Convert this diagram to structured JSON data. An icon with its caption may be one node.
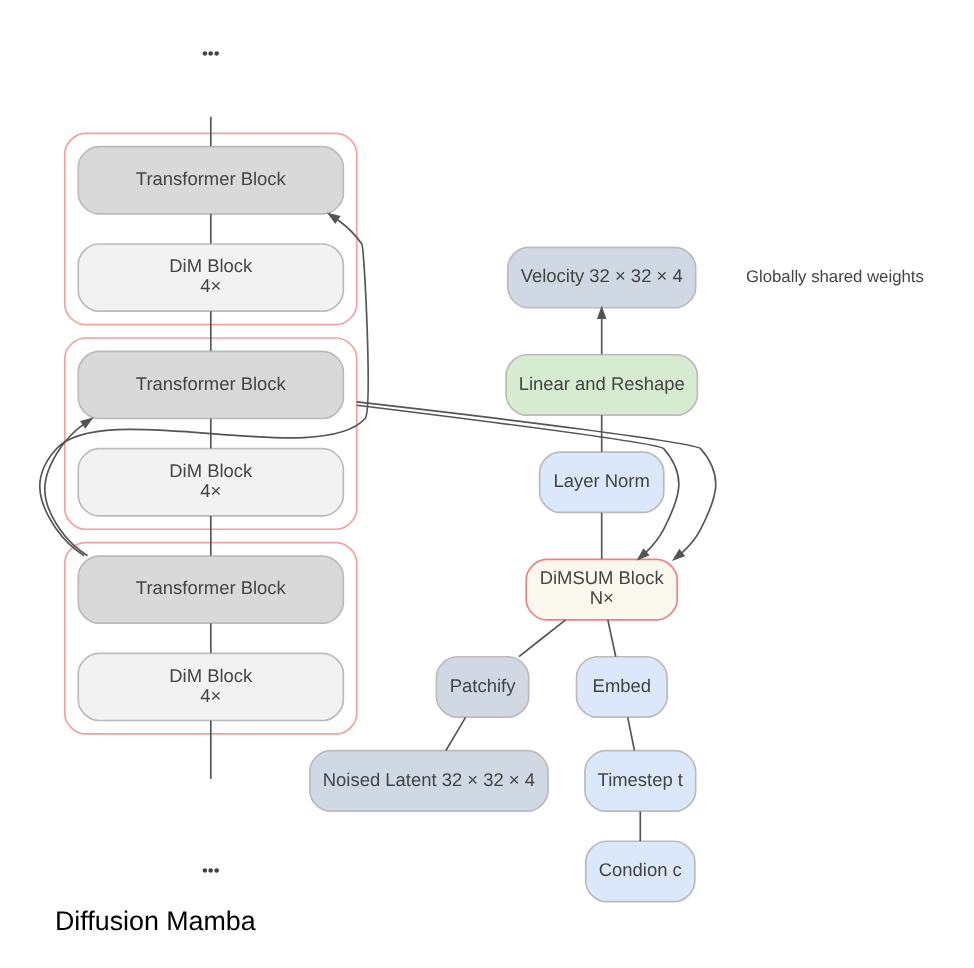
{
  "diagram": {
    "caption": "Diffusion Mamba",
    "nodes": [
      {
        "text": [
          "Velocity 32 × 32 × 4"
        ]
      },
      {
        "text": [
          "Linear and Reshape"
        ]
      },
      {
        "text": [
          "Layer Norm"
        ]
      },
      {
        "text": [
          "DiMSUM Block",
          "N×"
        ]
      },
      {
        "text": [
          "Patchify"
        ]
      },
      {
        "text": [
          "Embed"
        ]
      },
      {
        "text": [
          "Noised Latent 32 × 32 × 4"
        ]
      },
      {
        "text": [
          "Timestep t"
        ]
      },
      {
        "text": [
          "Condion c"
        ]
      },
      {
        "text": [],
        "shape": "box"
      },
      {
        "text": [
          "Transformer Block"
        ],
        "in": 9
      },
      {
        "text": [
          "DiM Block",
          "4×"
        ],
        "in": 9
      },
      {
        "text": [],
        "shape": "box"
      },
      {
        "text": [
          "Transformer Block"
        ],
        "in": 12
      },
      {
        "text": [
          "DiM Block",
          "4×"
        ],
        "in": 12
      },
      {
        "text": [],
        "shape": "box"
      },
      {
        "text": [
          "Transformer Block"
        ],
        "in": 15
      },
      {
        "text": [
          "DiM Block",
          "4×"
        ],
        "in": 15
      }
    ],
    "edges": [
      {
        "from": 1,
        "to": 0,
        "arrow": "to"
      },
      {
        "from": 2,
        "to": 1,
        "arrow": "none"
      },
      {
        "from": 3,
        "to": 2,
        "arrow": "none"
      },
      {
        "from": 4,
        "to": 3,
        "arrow": "none"
      },
      {
        "from": 5,
        "to": 3,
        "arrow": "none"
      },
      {
        "from": 6,
        "to": 4,
        "arrow": "none"
      },
      {
        "from": 7,
        "to": 5,
        "arrow": "none"
      },
      {
        "from": 8,
        "to": 7,
        "arrow": "none"
      },
      {
        "from": null,
        "to": 17,
        "arrow": "none"
      },
      {
        "from": 17,
        "to": 16,
        "arrow": "none"
      },
      {
        "from": 16,
        "to": 14,
        "arrow": "none"
      },
      {
        "from": 14,
        "to": 13,
        "arrow": "none"
      },
      {
        "from": 13,
        "to": 11,
        "arrow": "none"
      },
      {
        "from": 11,
        "to": 10,
        "arrow": "none"
      },
      {
        "from": 10,
        "to": null,
        "arrow": "none"
      },
      {
        "from": 16,
        "to": 13,
        "arrow": "to"
      },
      {
        "from": 16,
        "to": 10,
        "arrow": "to"
      },
      {
        "from": 12,
        "to": 3,
        "arrow": "to"
      },
      {
        "from": 12,
        "to": 3,
        "arrow": "to"
      }
    ],
    "labels": [
      "•••",
      "Globally shared weights",
      "•••"
    ]
  }
}
